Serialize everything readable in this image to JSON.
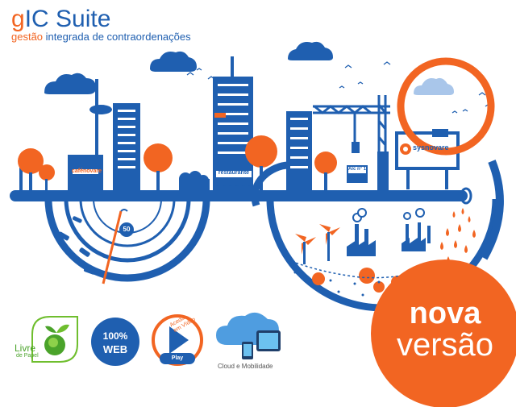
{
  "brand": {
    "title_g": "g",
    "title_rest": "IC Suite",
    "subtitle_a": "gestão",
    "subtitle_b": " integrada de contraordenações"
  },
  "signs": {
    "cafe": "cafénovare",
    "restaurant": "restaurante",
    "speed": "50",
    "shop": "Alc n° 1",
    "billboard": "sysnovare"
  },
  "badges": {
    "paper_a": "Livre",
    "paper_b": "de Papel",
    "web_a": "100%",
    "web_b": "WEB",
    "app_a": "Aceda",
    "app_b": "em Vídeo",
    "app_store": "Play",
    "cloud": "Cloud e Mobilidade"
  },
  "promo": {
    "line1": "nova",
    "line2": "versão"
  },
  "colors": {
    "blue": "#1f5fb0",
    "orange": "#f26522"
  }
}
